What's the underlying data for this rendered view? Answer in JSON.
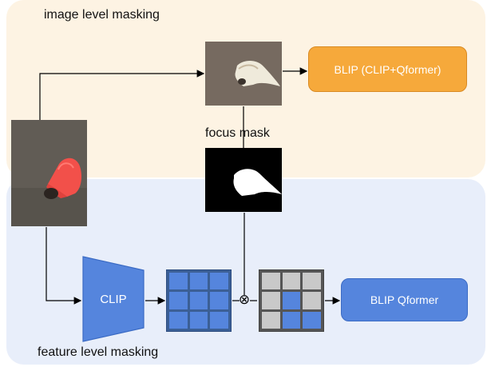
{
  "panels": {
    "top_title": "image level masking",
    "bottom_title": "feature level masking"
  },
  "labels": {
    "focus_mask": "focus mask",
    "multiply_symbol": "⊗"
  },
  "boxes": {
    "blip_clip": "BLIP (CLIP+Qformer)",
    "clip": "CLIP",
    "blip_qformer": "BLIP Qformer"
  },
  "grids": {
    "features": [
      1,
      1,
      1,
      1,
      1,
      1,
      1,
      1,
      1
    ],
    "masked": [
      0,
      0,
      0,
      0,
      1,
      0,
      0,
      1,
      1
    ]
  },
  "colors": {
    "top_panel": "#fdf3e3",
    "bottom_panel": "#e8eefa",
    "orange_box": "#f6a93b",
    "blue_box": "#5585dd",
    "masked_cell": "#c9c9c9",
    "shell": "#f2504a"
  }
}
